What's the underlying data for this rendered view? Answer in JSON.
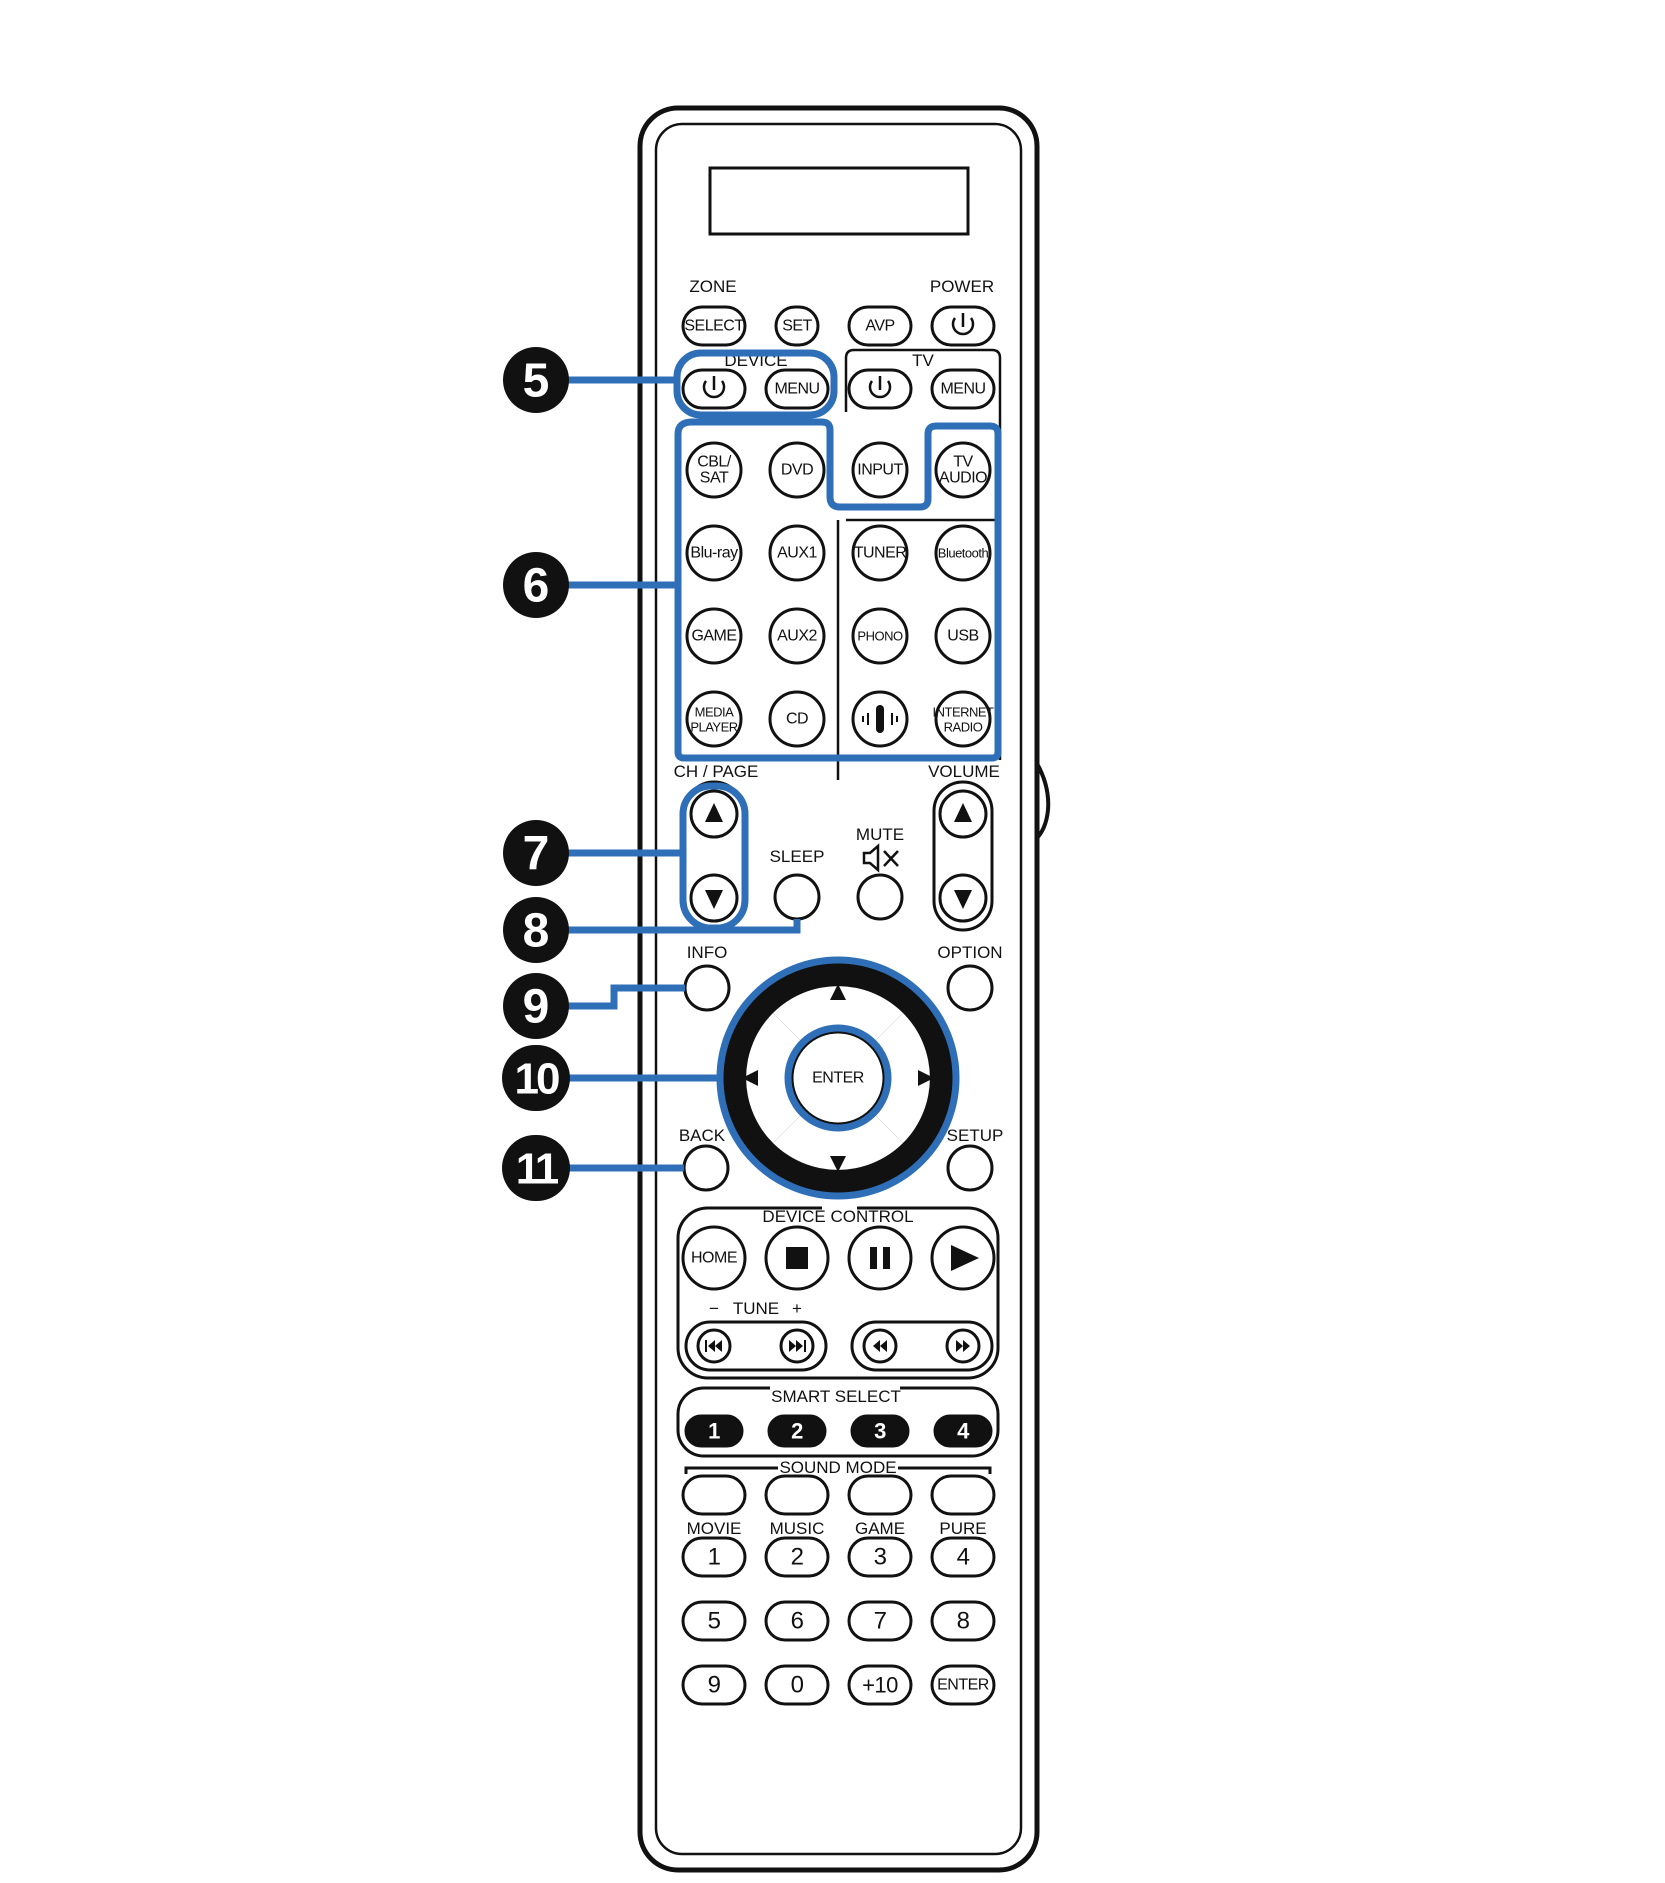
{
  "labels": {
    "zone": "ZONE",
    "power": "POWER",
    "device": "DEVICE",
    "tv": "TV",
    "ch_page": "CH / PAGE",
    "volume": "VOLUME",
    "mute": "MUTE",
    "sleep": "SLEEP",
    "info": "INFO",
    "option": "OPTION",
    "back": "BACK",
    "setup": "SETUP",
    "device_control": "DEVICE CONTROL",
    "tune": "TUNE",
    "tune_minus": "−",
    "tune_plus": "+",
    "smart_select": "SMART SELECT",
    "sound_mode": "SOUND MODE"
  },
  "buttons": {
    "select": "SELECT",
    "set": "SET",
    "avp": "AVP",
    "menu": "MENU",
    "tv_menu": "MENU",
    "input": "INPUT",
    "tv_audio_1": "TV",
    "tv_audio_2": "AUDIO",
    "cbl_1": "CBL/",
    "cbl_2": "SAT",
    "dvd": "DVD",
    "bluray": "Blu-ray",
    "aux1": "AUX1",
    "tuner": "TUNER",
    "bluetooth": "Bluetooth",
    "game": "GAME",
    "aux2": "AUX2",
    "phono": "PHONO",
    "usb": "USB",
    "media_1": "MEDIA",
    "media_2": "PLAYER",
    "cd": "CD",
    "inet_1": "INTERNET",
    "inet_2": "RADIO",
    "enter": "ENTER",
    "home": "HOME",
    "smart": [
      "1",
      "2",
      "3",
      "4"
    ],
    "sound_modes": [
      "MOVIE",
      "MUSIC",
      "GAME",
      "PURE"
    ],
    "num_row1": [
      "1",
      "2",
      "3",
      "4"
    ],
    "num_row2": [
      "5",
      "6",
      "7",
      "8"
    ],
    "num_row3": [
      "9",
      "0",
      "+10",
      "ENTER"
    ]
  },
  "callouts": [
    "5",
    "6",
    "7",
    "8",
    "9",
    "10",
    "11"
  ],
  "colors": {
    "highlight": "#2f6fb8",
    "ink": "#111111"
  }
}
